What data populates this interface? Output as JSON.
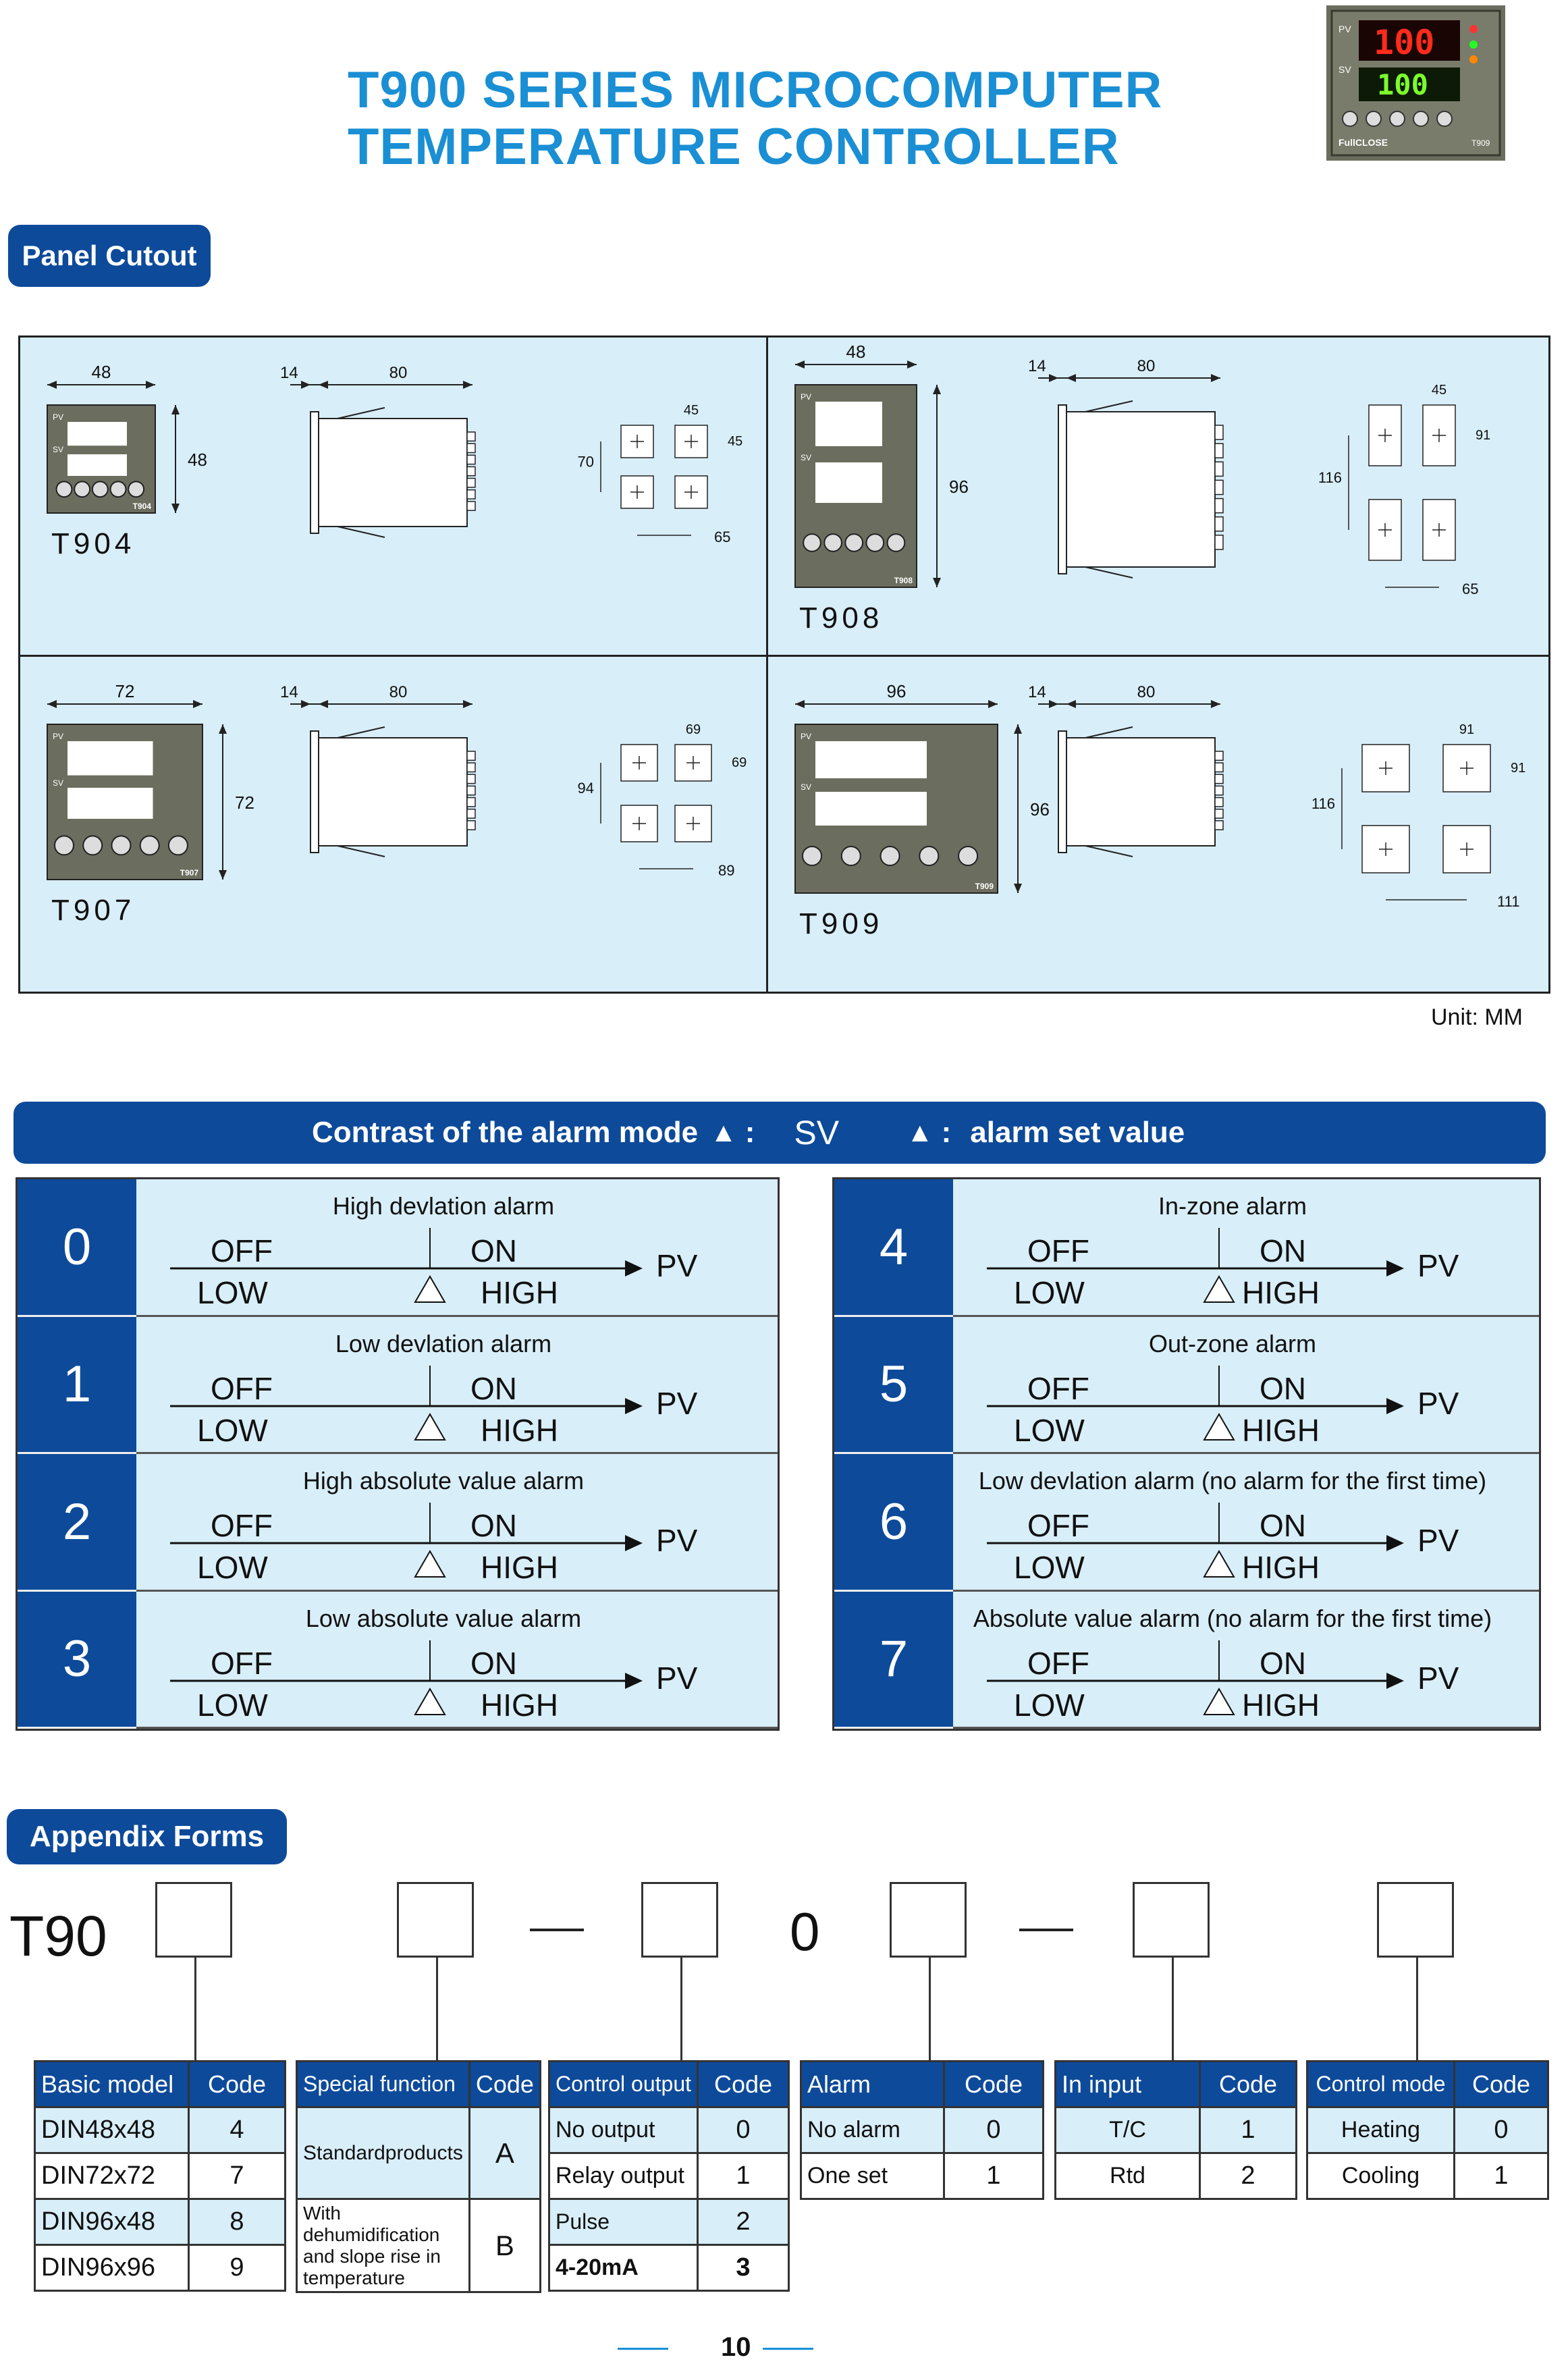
{
  "header": {
    "title_line1": "T900 SERIES MICROCOMPUTER",
    "title_line2": "TEMPERATURE CONTROLLER",
    "photo": {
      "pv": "100",
      "sv": "100",
      "pv_label": "PV",
      "sv_label": "SV",
      "brand": "FullCLOSE",
      "model": "T909"
    }
  },
  "panel_cutout": {
    "heading": "Panel Cutout",
    "unit": "Unit: MM",
    "models": [
      {
        "name": "T904",
        "width": "48",
        "height": "48",
        "depth_a": "14",
        "depth_b": "80",
        "cut_w": "45",
        "cut_h": "45",
        "pitch_v": "70",
        "pitch_h": "65",
        "front_label": "T904"
      },
      {
        "name": "T908",
        "width": "48",
        "height": "96",
        "depth_a": "14",
        "depth_b": "80",
        "cut_w": "45",
        "cut_h": "91",
        "pitch_v": "116",
        "pitch_h": "65",
        "front_label": "T908"
      },
      {
        "name": "T907",
        "width": "72",
        "height": "72",
        "depth_a": "14",
        "depth_b": "80",
        "cut_w": "69",
        "cut_h": "69",
        "pitch_v": "94",
        "pitch_h": "89",
        "front_label": "T907"
      },
      {
        "name": "T909",
        "width": "96",
        "height": "96",
        "depth_a": "14",
        "depth_b": "80",
        "cut_w": "91",
        "cut_h": "91",
        "pitch_v": "116",
        "pitch_h": "111",
        "front_label": "T909"
      }
    ],
    "front_pv": "PV",
    "front_sv": "SV"
  },
  "alarm": {
    "heading_a": "Contrast of the alarm mode",
    "heading_colon1": ":",
    "heading_sv": "SV",
    "heading_colon2": ":",
    "heading_b": "alarm set value",
    "left": [
      {
        "num": "0",
        "title": "High devlation alarm",
        "on": "ON",
        "off": "OFF",
        "low": "LOW",
        "high": "HIGH",
        "pv": "PV"
      },
      {
        "num": "1",
        "title": "Low  devlation alarm",
        "on": "ON",
        "off": "OFF",
        "low": "LOW",
        "high": "HIGH",
        "pv": "PV"
      },
      {
        "num": "2",
        "title": "High absolute value alarm",
        "on": "ON",
        "off": "OFF",
        "low": "LOW",
        "high": "HIGH",
        "pv": "PV"
      },
      {
        "num": "3",
        "title": "Low absolute value alarm",
        "on": "ON",
        "off": "OFF",
        "low": "LOW",
        "high": "HIGH",
        "pv": "PV"
      }
    ],
    "right": [
      {
        "num": "4",
        "title": "In-zone alarm",
        "on": "ON",
        "off": "OFF",
        "low": "LOW",
        "high": "HIGH",
        "pv": "PV"
      },
      {
        "num": "5",
        "title": "Out-zone alarm",
        "on": "ON",
        "off": "OFF",
        "low": "LOW",
        "high": "HIGH",
        "pv": "PV"
      },
      {
        "num": "6",
        "title": "Low devlation alarm (no alarm for the first time)",
        "on": "ON",
        "off": "OFF",
        "low": "LOW",
        "high": "HIGH",
        "pv": "PV"
      },
      {
        "num": "7",
        "title": "Absolute value alarm (no alarm for the first time)",
        "on": "ON",
        "off": "OFF",
        "low": "LOW",
        "high": "HIGH",
        "pv": "PV"
      }
    ]
  },
  "appendix": {
    "heading": "Appendix Forms",
    "prefix": "T90",
    "fixed_zero": "0",
    "tables": [
      {
        "h1": "Basic model",
        "h2": "Code",
        "rows": [
          [
            "DIN48x48",
            "4"
          ],
          [
            "DIN72x72",
            "7"
          ],
          [
            "DIN96x48",
            "8"
          ],
          [
            "DIN96x96",
            "9"
          ]
        ]
      },
      {
        "h1": "Special function",
        "h2": "Code",
        "rows": [
          [
            "Standardproducts",
            "A"
          ],
          [
            "With dehumidification and slope rise in temperature",
            "B"
          ]
        ]
      },
      {
        "h1": "Control output",
        "h2": "Code",
        "rows": [
          [
            "No output",
            "0"
          ],
          [
            "Relay output",
            "1"
          ],
          [
            "Pulse",
            "2"
          ],
          [
            "4-20mA",
            "3"
          ]
        ]
      },
      {
        "h1": "Alarm",
        "h2": "Code",
        "rows": [
          [
            "No alarm",
            "0"
          ],
          [
            "One set",
            "1"
          ]
        ]
      },
      {
        "h1": "In input",
        "h2": "Code",
        "rows": [
          [
            "T/C",
            "1"
          ],
          [
            "Rtd",
            "2"
          ]
        ]
      },
      {
        "h1": "Control mode",
        "h2": "Code",
        "rows": [
          [
            "Heating",
            "0"
          ],
          [
            "Cooling",
            "1"
          ]
        ]
      }
    ]
  },
  "page_number": "10",
  "colors": {
    "brand_blue": "#0d4a9a",
    "title_blue": "#1a8fd4",
    "light_panel": "#d8eef8"
  }
}
